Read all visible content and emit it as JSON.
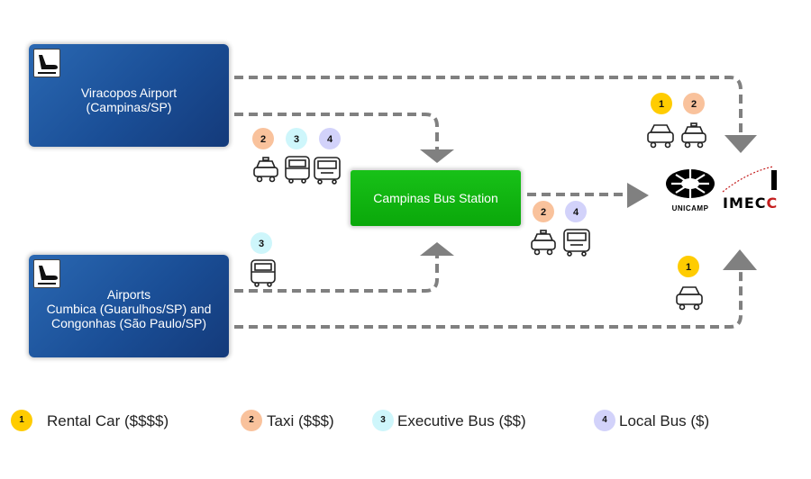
{
  "nodes": {
    "viracopos": "Viracopos Airport\n(Campinas/SP)",
    "cumbica": "Airports\nCumbica (Guarulhos/SP) and\nCongonhas (São Paulo/SP)",
    "bus_station": "Campinas Bus Station",
    "unicamp_logo": "UNICAMP",
    "imecc_logo": "IMECC"
  },
  "legend": [
    {
      "id": "1",
      "label": "Rental Car ($$$$)",
      "color": "#ffcc00"
    },
    {
      "id": "2",
      "label": "Taxi ($$$)",
      "color": "#f9c29c"
    },
    {
      "id": "3",
      "label": "Executive Bus ($$)",
      "color": "#cef6fb"
    },
    {
      "id": "4",
      "label": "Local Bus ($)",
      "color": "#d2d2fa"
    }
  ],
  "route_markers": {
    "viracopos_to_unicamp": [
      "1",
      "2"
    ],
    "viracopos_to_bus_station": [
      "2",
      "3",
      "4"
    ],
    "cumbica_to_bus_station": [
      "3"
    ],
    "bus_station_to_unicamp": [
      "2",
      "4"
    ],
    "cumbica_to_unicamp": [
      "1"
    ]
  },
  "icons": {
    "car": "car-icon",
    "taxi": "taxi-icon",
    "executive_bus": "executive-bus-icon",
    "local_bus": "local-bus-icon",
    "airport": "airport-icon"
  },
  "colors": {
    "airport_box": "#1a4e96",
    "bus_station_box": "#0aa80a",
    "arrow": "#808080"
  }
}
